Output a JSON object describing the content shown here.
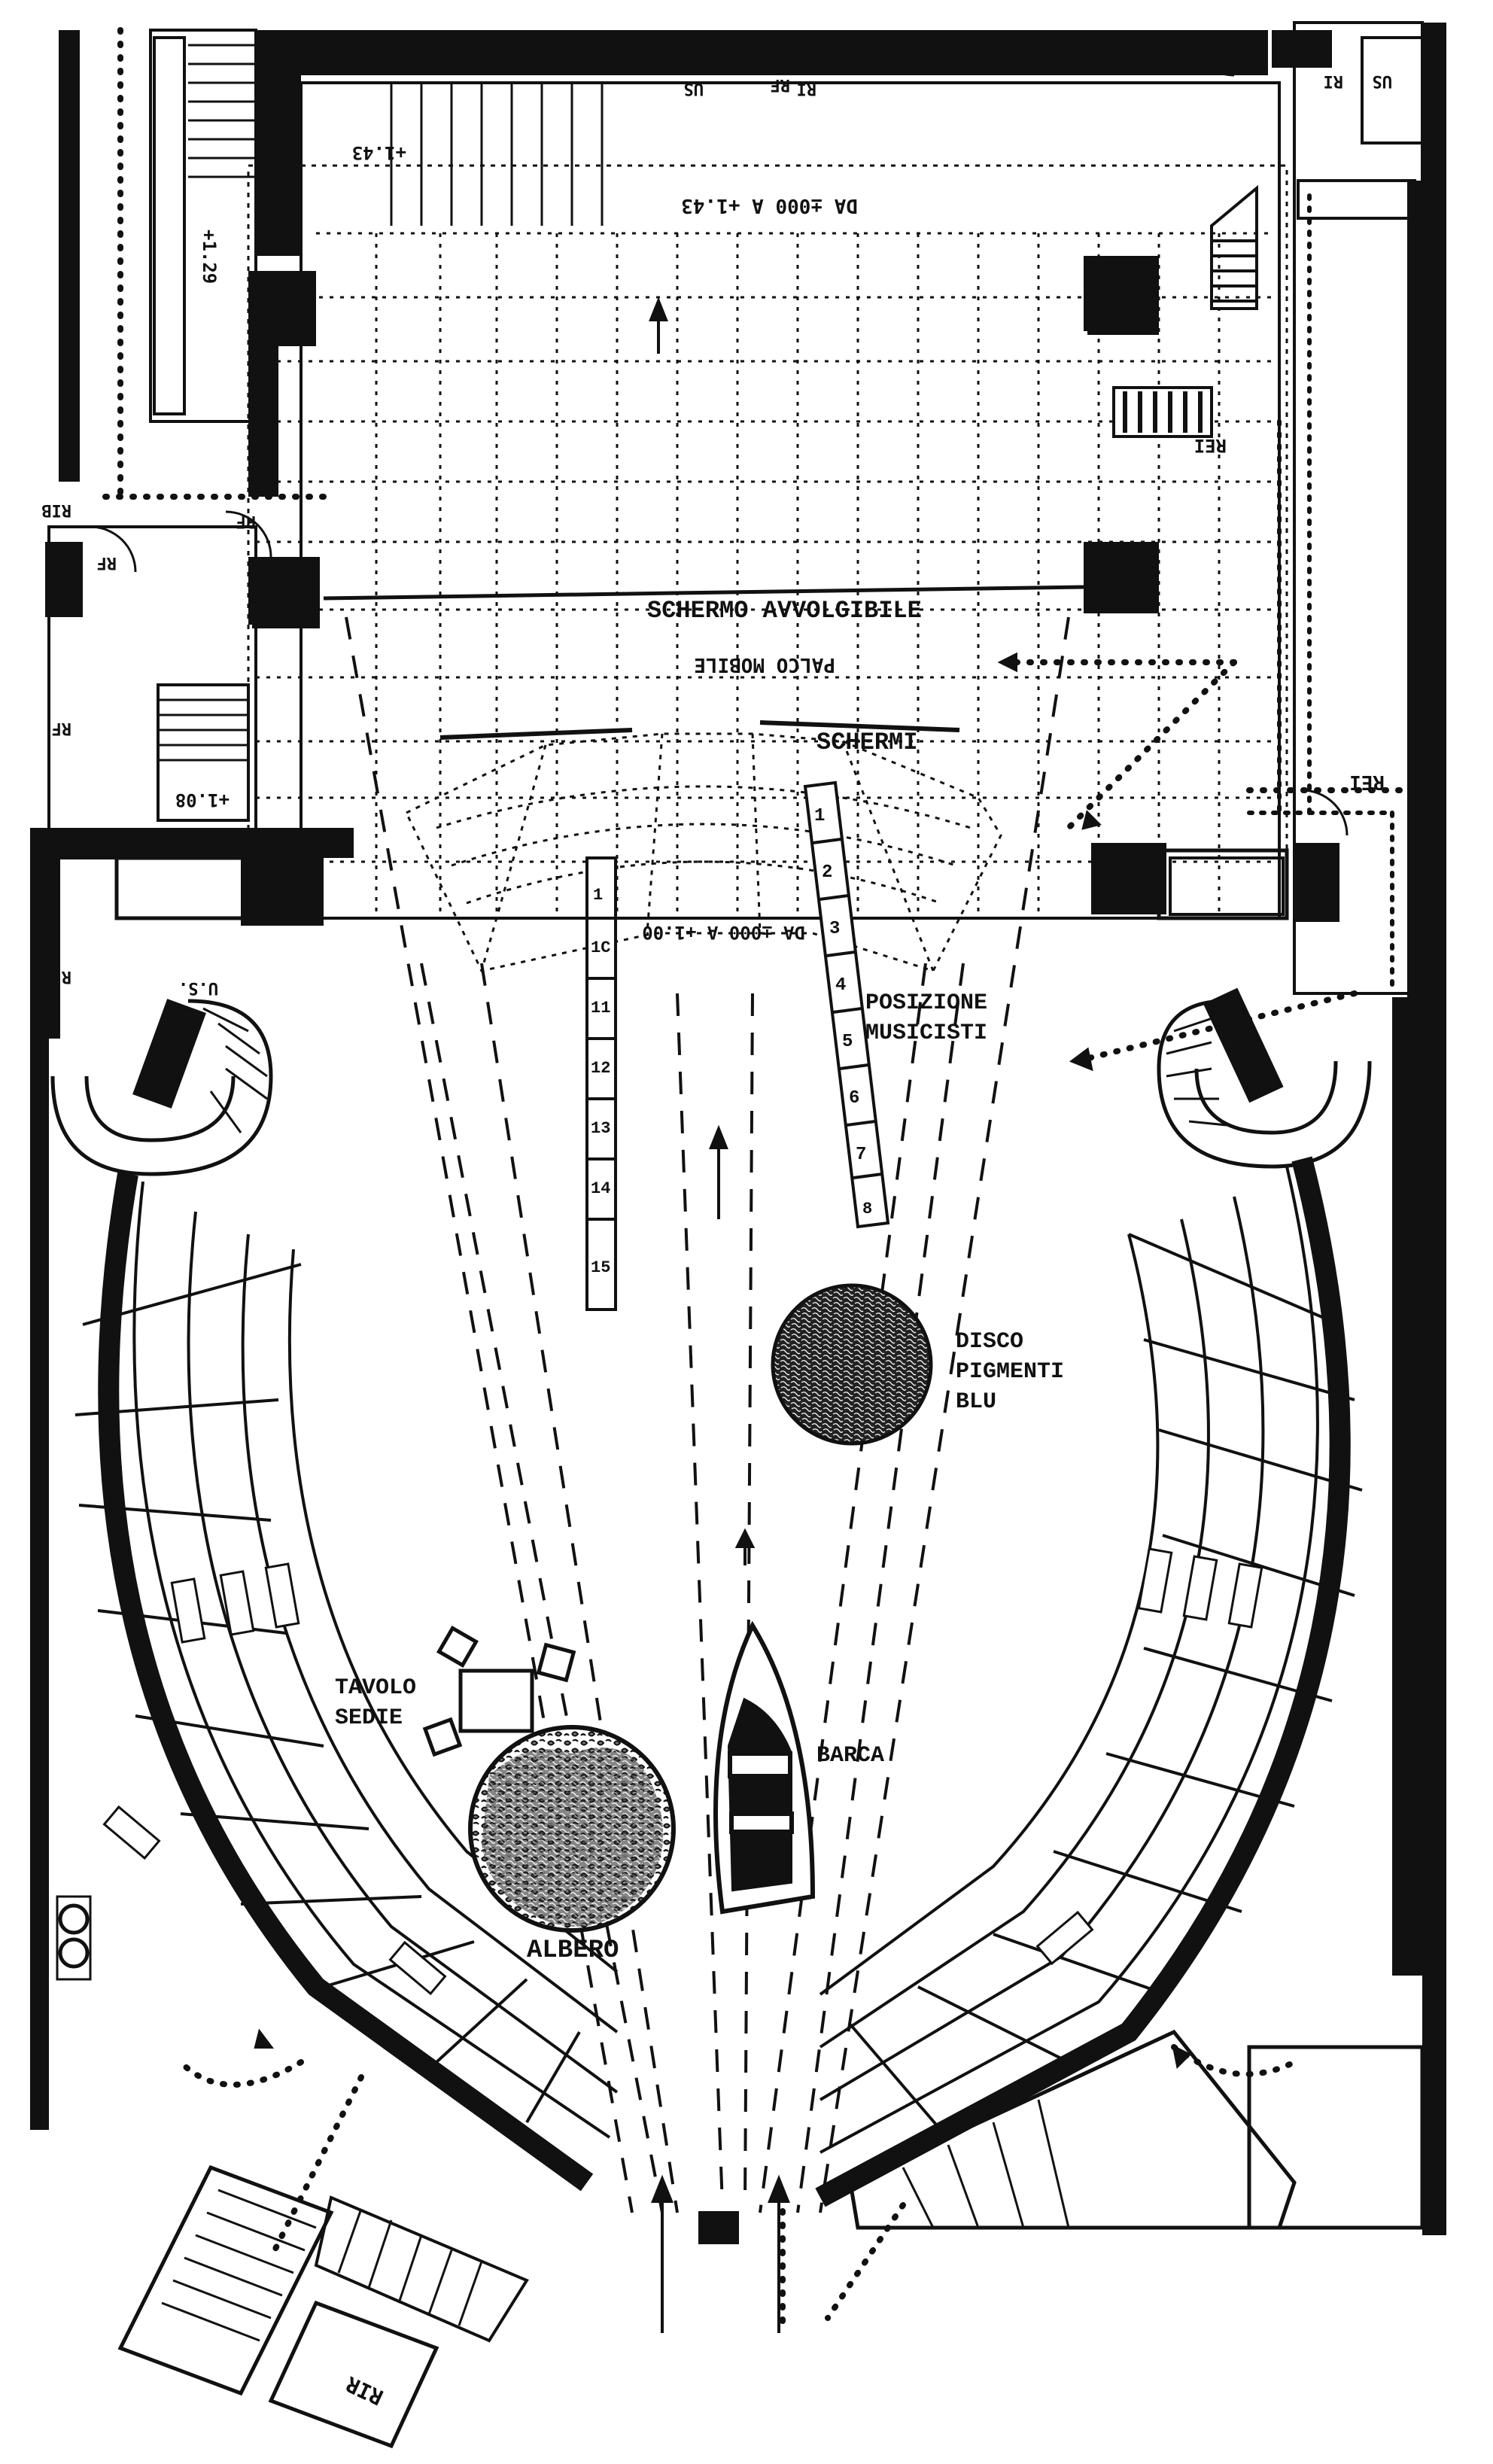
{
  "plan": {
    "top_level": "DA ±000 A +1.43",
    "front_level": "DA ±000 A +1.00",
    "upper_stair_level": "+1.43",
    "side_stair_level": "+1.29",
    "lower_stair_level": "+1.08",
    "screen_roller": "SCHERMO AVVOLGIBILE",
    "mobile_stage": "PALCO MOBILE",
    "screens": "SCHERMI",
    "musicians_line1": "POSIZIONE",
    "musicians_line2": "MUSICISTI",
    "disc_line1": "DISCO",
    "disc_line2": "PIGMENTI",
    "disc_line3": "BLU",
    "table_line1": "TAVOLO",
    "table_line2": "SEDIE",
    "boat": "BARCA",
    "tree": "ALBERO",
    "rei_tags": [
      "REI",
      "REI",
      "REI"
    ],
    "rf_tags": [
      "RF",
      "RF",
      "RF",
      "RF",
      "RF",
      "RF"
    ],
    "us_tags": [
      "US",
      "US",
      "U.S."
    ],
    "rib_tag": "RIB",
    "rir_tag": "RIR",
    "ri_tags": [
      "RI",
      "RI"
    ],
    "left_numbers": [
      "1",
      "1C",
      "11",
      "12",
      "13",
      "14",
      "15"
    ],
    "right_numbers": [
      "1",
      "2",
      "3",
      "4",
      "5",
      "6",
      "7",
      "8"
    ]
  },
  "colors": {
    "ink": "#111111",
    "paper": "#ffffff"
  }
}
